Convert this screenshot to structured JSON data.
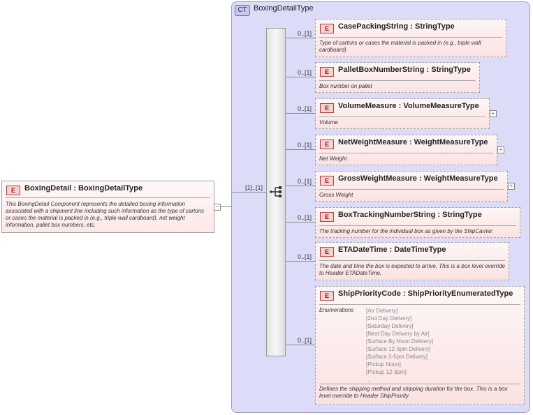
{
  "root": {
    "badge": "E",
    "title": "BoxingDetail : BoxingDetailType",
    "doc": "This BoxingDetail Component represents the detailed boxing information associated with a shipment line including such information as the type of cartons or cases the material is packed in (e.g., triple wall cardboard), net weight information, pallet box numbers, etc.",
    "collapse": "−"
  },
  "complex_type": {
    "badge": "CT",
    "title": "BoxingDetailType"
  },
  "sequence": {
    "cardinality": "[1]..[1]"
  },
  "elements": [
    {
      "badge": "E",
      "name": "CasePackingString : StringType",
      "cardinality": "0..[1]",
      "doc": "Type of cartons or cases the material is packed in (e.g., triple wall cardboard)"
    },
    {
      "badge": "E",
      "name": "PalletBoxNumberString : StringType",
      "cardinality": "0..[1]",
      "doc": "Box number on pallet"
    },
    {
      "badge": "E",
      "name": "VolumeMeasure : VolumeMeasureType",
      "cardinality": "0..[1]",
      "doc": "Volume",
      "expand": "+"
    },
    {
      "badge": "E",
      "name": "NetWeightMeasure : WeightMeasureType",
      "cardinality": "0..[1]",
      "doc": "Net Weight",
      "expand": "+"
    },
    {
      "badge": "E",
      "name": "GrossWeightMeasure : WeightMeasureType",
      "cardinality": "0..[1]",
      "doc": "Gross Weight",
      "expand": "+"
    },
    {
      "badge": "E",
      "name": "BoxTrackingNumberString : StringType",
      "cardinality": "0..[1]",
      "doc": "The tracking number for the individual box as given by the ShipCarrier."
    },
    {
      "badge": "E",
      "name": "ETADateTime : DateTimeType",
      "cardinality": "0..[1]",
      "doc": "The date and time the box is expected to arrive. This is a box level override to Header ETADateTime."
    },
    {
      "badge": "E",
      "name": "ShipPriorityCode : ShipPriorityEnumeratedType",
      "cardinality": "0..[1]",
      "enum_label": "Enumerations",
      "enumerations": [
        "[Air Delivery]",
        "[2nd Day Delivery]",
        "[Saturday Delivery]",
        "[Next Day Delivery by Air]",
        "[Surface By Noon Delivery]",
        "[Surface 12-3pm Delivery]",
        "[Surface 3-5pm Delivery]",
        "[Pickup Noon]",
        "[Pickup 12-3pm]",
        "..."
      ],
      "doc": "Defines the shipping method and shipping duration for the box. This is a box level override to Header ShipPriority"
    }
  ]
}
